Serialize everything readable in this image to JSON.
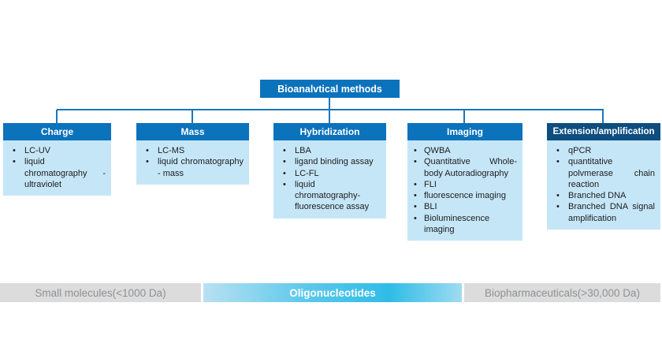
{
  "root": {
    "label": "Bioanalvtical methods"
  },
  "columns": [
    {
      "title": "Charge",
      "header_color": "#0b72bc",
      "items": [
        "LC-UV",
        "liquid chromatography - ultraviolet"
      ]
    },
    {
      "title": "Mass",
      "header_color": "#0b72bc",
      "items": [
        "LC-MS",
        "liquid chromatography - mass"
      ]
    },
    {
      "title": "Hybridization",
      "header_color": "#0b72bc",
      "items": [
        "LBA",
        "ligand binding assay",
        "LC-FL",
        "liquid chromatography- fluorescence assay"
      ]
    },
    {
      "title": "Imaging",
      "header_color": "#0b72bc",
      "items": [
        "QWBA",
        "Quantitative Whole-body Autoradiography",
        "FLI",
        "fluorescence imaging",
        "BLI",
        "Bioluminescence imaging"
      ]
    },
    {
      "title": "Extension/amplification",
      "header_color": "#0e4d7f",
      "items": [
        "qPCR",
        "quantitative polvmerase chain reaction",
        "Branched DNA",
        "Branched DNA  signal amplification"
      ]
    }
  ],
  "scale_bar": {
    "left": {
      "label": "Small molecules(<1000 Da)"
    },
    "middle": {
      "label": "Oligonucleotides"
    },
    "right": {
      "label": "Biopharmaceuticals(>30,000 Da)"
    }
  },
  "colors": {
    "header_blue": "#0b72bc",
    "header_dark_blue": "#0e4d7f",
    "body_light_blue": "#c5e6f7",
    "connector_blue": "#1b76bc",
    "text_dark": "#1d1d1f",
    "bar_gray_bg": "#dcdcdc",
    "bar_gray_text": "#8f9194",
    "bar_gradient_start": "#b9e1f2",
    "bar_gradient_mid": "#2fbce7",
    "bar_gradient_end": "#9fdcf1"
  }
}
